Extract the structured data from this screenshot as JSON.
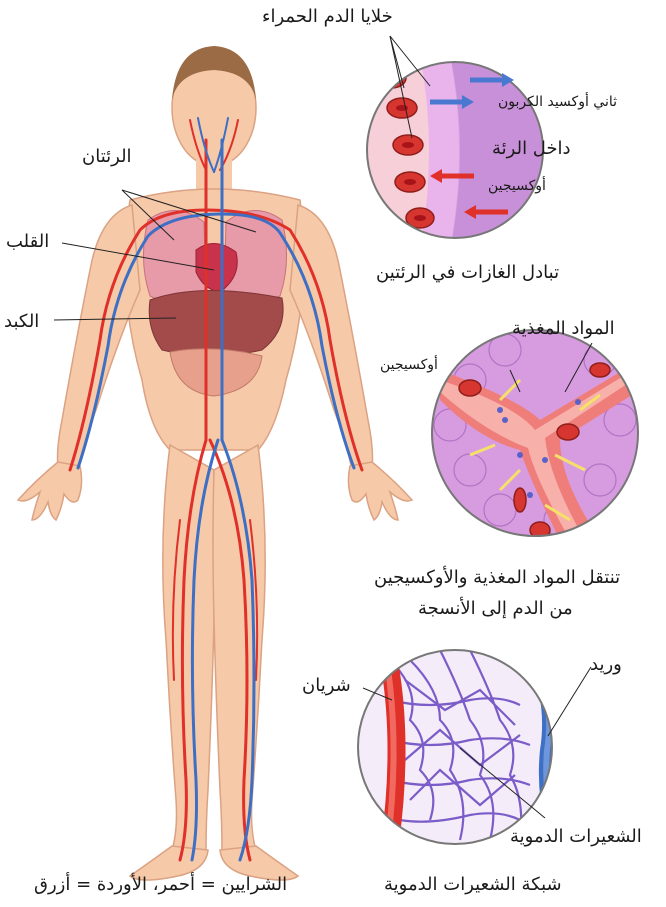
{
  "labels": {
    "red_blood_cells": "خلايا الدم الحمراء",
    "lungs": "الرئتان",
    "heart": "القلب",
    "liver": "الكبد",
    "carbon_dioxide": "ثاني أوكسيد الكربون",
    "inside_lung": "داخل الرئة",
    "oxygen_lung": "أوكسيجين",
    "gas_exchange": "تبادل الغازات في الرئتين",
    "nutrients": "المواد المغذية",
    "oxygen_tissue": "أوكسيجين",
    "transfer_line1": "تنتقل المواد المغذية والأوكسيجين",
    "transfer_line2": "من الدم إلى الأنسجة",
    "vein": "وريد",
    "artery": "شريان",
    "capillaries": "الشعيرات الدموية",
    "capillary_network": "شبكة الشعيرات الدموية",
    "legend": "الشرايين = أحمر، الأوردة = أزرق"
  },
  "colors": {
    "artery": "#e0302a",
    "vein": "#3d6fc4",
    "skin": "#f6c9a8",
    "tissue": "#c98fd1",
    "capillary": "#7b5cc8",
    "arrow_blue": "#4a78d0",
    "arrow_red": "#e0302a",
    "arrow_yellow": "#f5e06a"
  }
}
